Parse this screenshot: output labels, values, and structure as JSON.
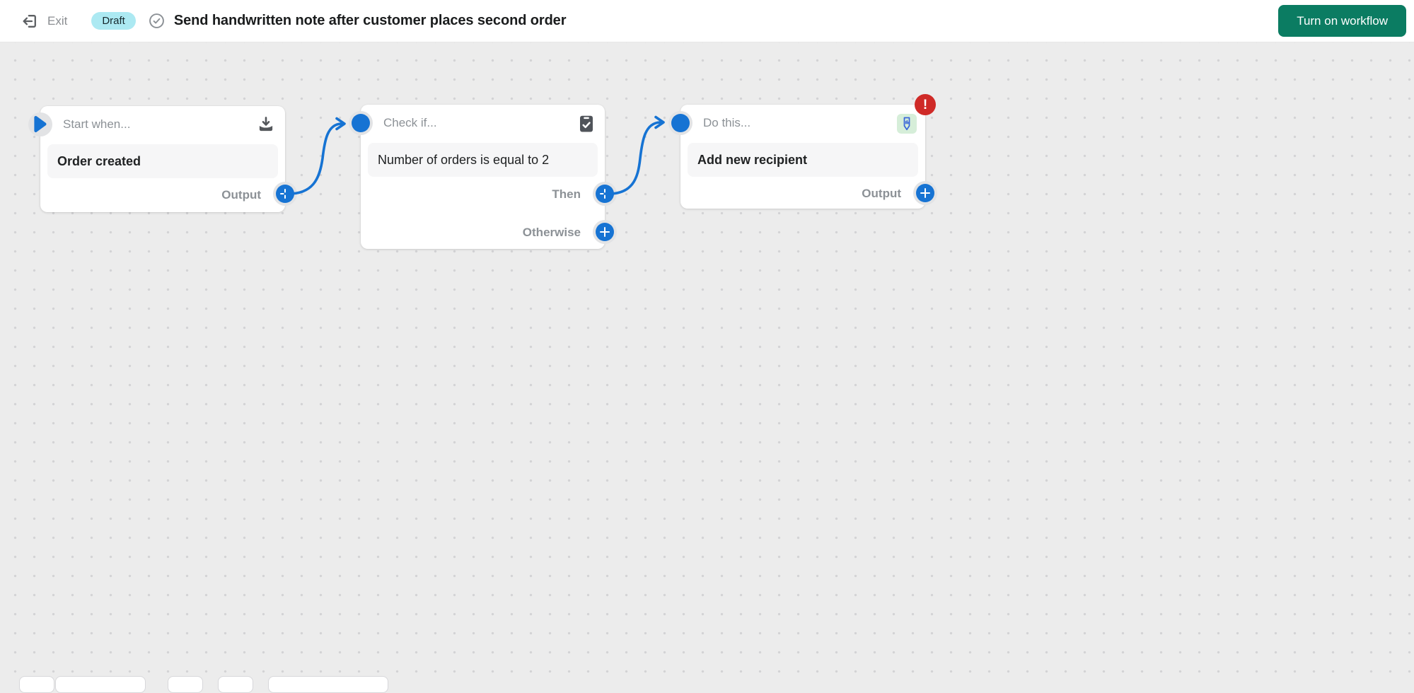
{
  "header": {
    "exit_label": "Exit",
    "status_badge": "Draft",
    "workflow_title": "Send handwritten note after customer places second order",
    "primary_button_label": "Turn on workflow"
  },
  "workflow": {
    "trigger": {
      "header_label": "Start when...",
      "value": "Order created",
      "output_label": "Output",
      "icon": "import-tray-icon"
    },
    "condition": {
      "header_label": "Check if...",
      "value": "Number of orders is equal to 2",
      "then_label": "Then",
      "otherwise_label": "Otherwise",
      "icon": "clipboard-check-icon"
    },
    "action": {
      "header_label": "Do this...",
      "value": "Add new recipient",
      "output_label": "Output",
      "icon": "handwritten-note-app-icon",
      "error_badge": "!"
    }
  },
  "colors": {
    "accent_blue": "#1673d3",
    "primary_green": "#0b7c62",
    "badge_cyan": "#ace9f2",
    "error_red": "#cf2a27",
    "canvas_gray": "#ececec",
    "label_gray": "#8c9196"
  }
}
